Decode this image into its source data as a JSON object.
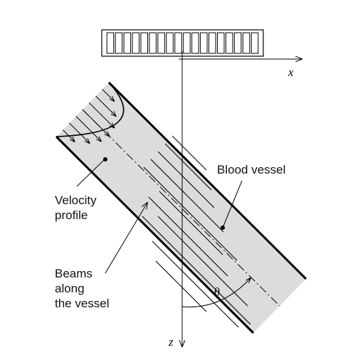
{
  "labels": {
    "x_axis": "x",
    "z_axis": "z",
    "theta": "θ",
    "blood_vessel": "Blood vessel",
    "velocity_profile": [
      "Velocity",
      "profile"
    ],
    "beams": [
      "Beams",
      "along",
      "the vessel"
    ]
  },
  "transducer": {
    "element_count": 18
  },
  "colors": {
    "vessel_fill": "#dcdcdc",
    "stroke": "#000000",
    "background": "#ffffff"
  }
}
